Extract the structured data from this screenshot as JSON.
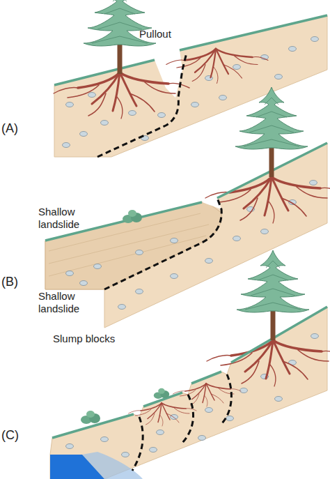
{
  "diagram": {
    "labels": [
      "Pullout",
      "(A)",
      "Shallow landslide",
      "(B)",
      "Shallow landslide",
      "Slump blocks",
      "(C)"
    ]
  }
}
